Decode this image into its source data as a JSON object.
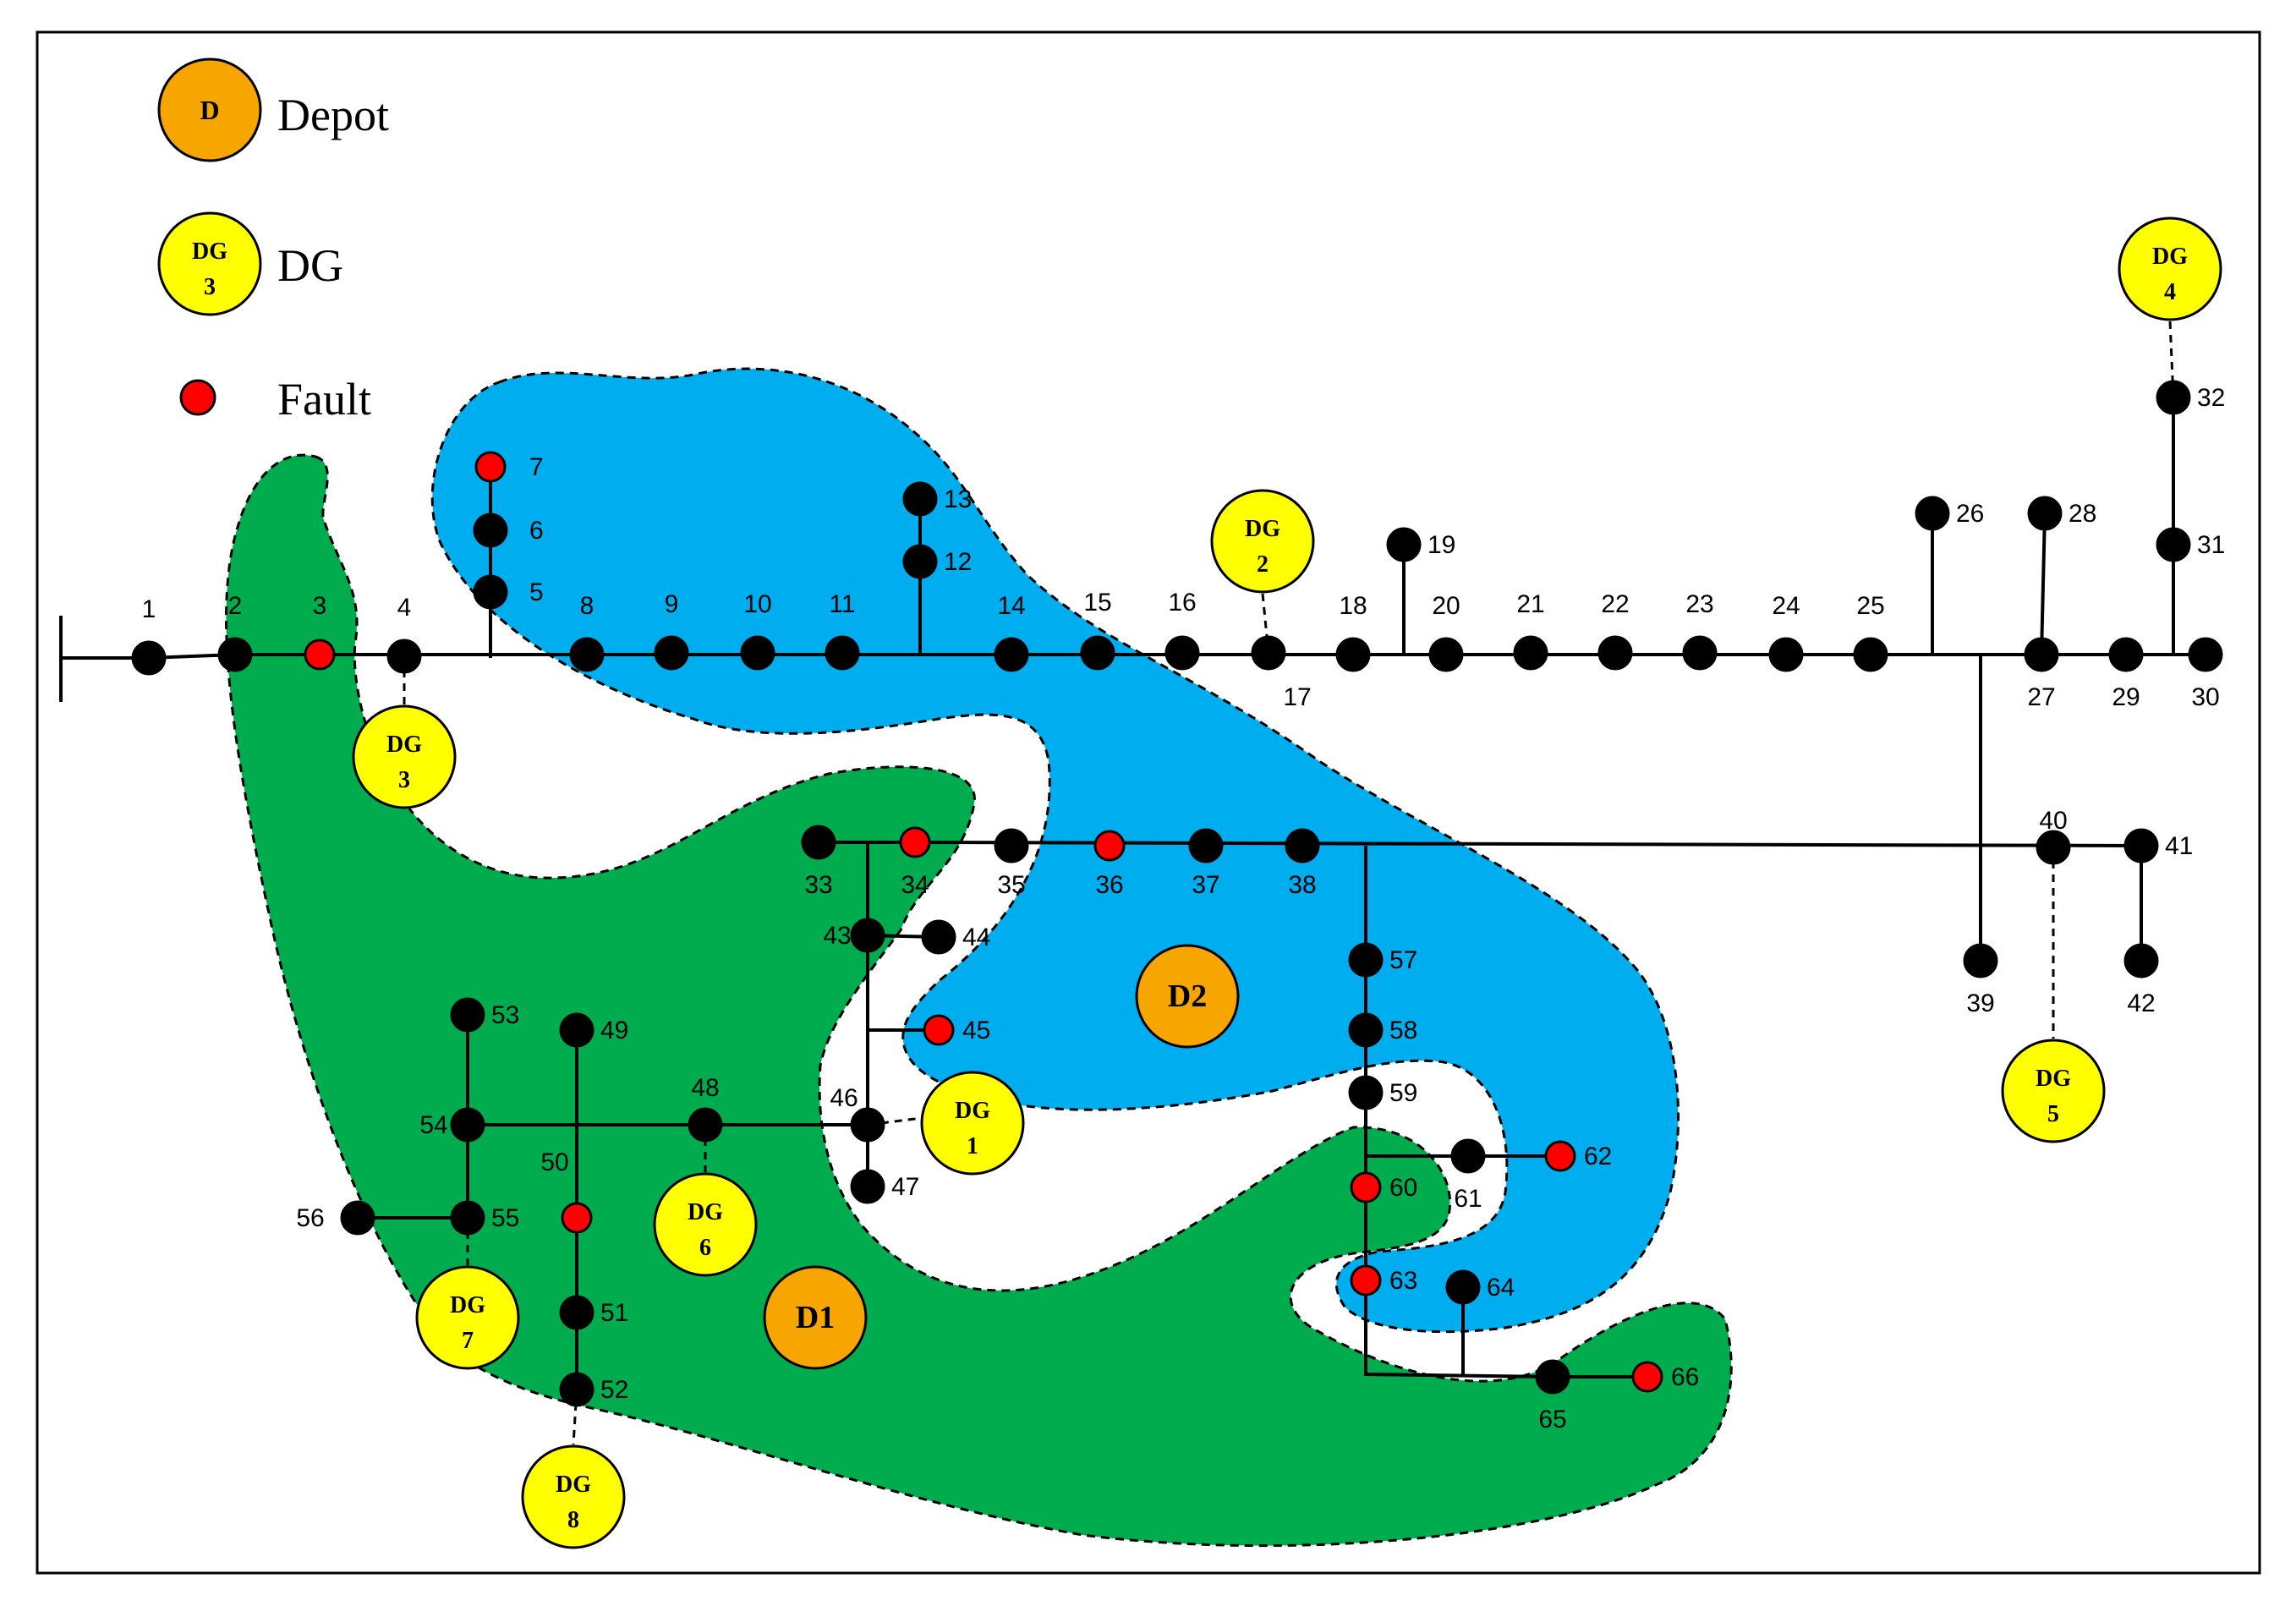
{
  "legend": {
    "depot_symbol": "D",
    "depot_label": "Depot",
    "dg_symbol": [
      "DG",
      "3"
    ],
    "dg_label": "DG",
    "fault_label": "Fault"
  },
  "colors": {
    "zone_d1": "#00ac4e",
    "zone_d2": "#00aeef",
    "depot_fill": "#f7a600",
    "dg_fill": "#ffff00",
    "fault_fill": "#ff0000",
    "node_fill": "#000000"
  },
  "zones": [
    {
      "name": "D1-zone",
      "depot": "D1"
    },
    {
      "name": "D2-zone",
      "depot": "D2"
    }
  ],
  "depots": [
    "D1",
    "D2"
  ],
  "distributed_generators": [
    {
      "id": "DG1",
      "lines": [
        "DG",
        "1"
      ],
      "bus": "46"
    },
    {
      "id": "DG2",
      "lines": [
        "DG",
        "2"
      ],
      "bus": "17"
    },
    {
      "id": "DG3",
      "lines": [
        "DG",
        "3"
      ],
      "bus": "4"
    },
    {
      "id": "DG4",
      "lines": [
        "DG",
        "4"
      ],
      "bus": "32"
    },
    {
      "id": "DG5",
      "lines": [
        "DG",
        "5"
      ],
      "bus": "40"
    },
    {
      "id": "DG6",
      "lines": [
        "DG",
        "6"
      ],
      "bus": "48"
    },
    {
      "id": "DG7",
      "lines": [
        "DG",
        "7"
      ],
      "bus": "55"
    },
    {
      "id": "DG8",
      "lines": [
        "DG",
        "8"
      ],
      "bus": "52"
    }
  ],
  "buses": [
    {
      "id": "1"
    },
    {
      "id": "2"
    },
    {
      "id": "3",
      "fault": true
    },
    {
      "id": "4"
    },
    {
      "id": "5"
    },
    {
      "id": "6"
    },
    {
      "id": "7",
      "fault": true
    },
    {
      "id": "8"
    },
    {
      "id": "9"
    },
    {
      "id": "10"
    },
    {
      "id": "11"
    },
    {
      "id": "12"
    },
    {
      "id": "13"
    },
    {
      "id": "14"
    },
    {
      "id": "15"
    },
    {
      "id": "16"
    },
    {
      "id": "17"
    },
    {
      "id": "18"
    },
    {
      "id": "19"
    },
    {
      "id": "20"
    },
    {
      "id": "21"
    },
    {
      "id": "22"
    },
    {
      "id": "23"
    },
    {
      "id": "24"
    },
    {
      "id": "25"
    },
    {
      "id": "26"
    },
    {
      "id": "27"
    },
    {
      "id": "28"
    },
    {
      "id": "29"
    },
    {
      "id": "30"
    },
    {
      "id": "31"
    },
    {
      "id": "32"
    },
    {
      "id": "33"
    },
    {
      "id": "34",
      "fault": true
    },
    {
      "id": "35"
    },
    {
      "id": "36",
      "fault": true
    },
    {
      "id": "37"
    },
    {
      "id": "38"
    },
    {
      "id": "39"
    },
    {
      "id": "40"
    },
    {
      "id": "41"
    },
    {
      "id": "42"
    },
    {
      "id": "43"
    },
    {
      "id": "44"
    },
    {
      "id": "45",
      "fault": true
    },
    {
      "id": "46"
    },
    {
      "id": "47"
    },
    {
      "id": "48"
    },
    {
      "id": "49"
    },
    {
      "id": "50",
      "fault": true
    },
    {
      "id": "51"
    },
    {
      "id": "52"
    },
    {
      "id": "53"
    },
    {
      "id": "54"
    },
    {
      "id": "55"
    },
    {
      "id": "56"
    },
    {
      "id": "57"
    },
    {
      "id": "58"
    },
    {
      "id": "59"
    },
    {
      "id": "60",
      "fault": true
    },
    {
      "id": "61"
    },
    {
      "id": "62",
      "fault": true
    },
    {
      "id": "63",
      "fault": true
    },
    {
      "id": "64"
    },
    {
      "id": "65"
    },
    {
      "id": "66",
      "fault": true
    }
  ]
}
